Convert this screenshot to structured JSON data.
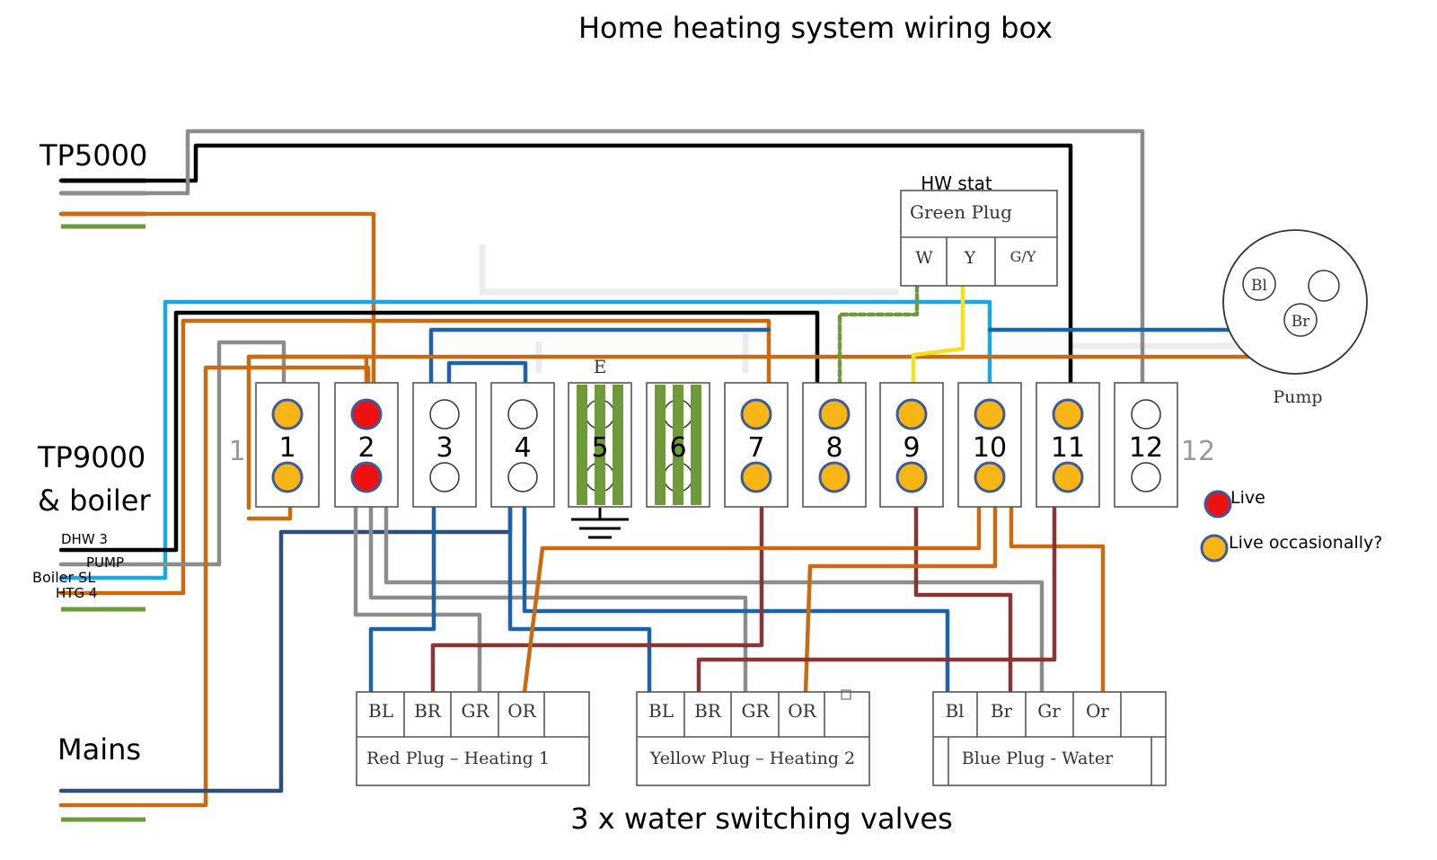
{
  "title": "Home heating system wiring box",
  "subtitle": "3 x water switching valves",
  "colors": {
    "black": "#000000",
    "grey": "#8c8c8c",
    "orange": "#cc6a10",
    "green": "#6e9a3c",
    "lightblue": "#1aa7e8",
    "darkblue": "#1d63a8",
    "navy": "#2c5079",
    "brown": "#8a3535",
    "yellow": "#f5e020",
    "live": "#ee1111",
    "occasional": "#f7b616",
    "dot_ring": "#3e5a9a"
  },
  "sources": {
    "tp5000": "TP5000",
    "tp9000_line1": "TP9000",
    "tp9000_line2": "& boiler",
    "dhw": "DHW 3",
    "pump_wire": "PUMP",
    "boiler_sl": "Boiler SL",
    "htg": "HTG 4",
    "mains": "Mains"
  },
  "terminals": {
    "labels": [
      "1",
      "2",
      "3",
      "4",
      "5",
      "6",
      "7",
      "8",
      "9",
      "10",
      "11",
      "12"
    ],
    "states": [
      "occasional",
      "live",
      "empty",
      "empty",
      "earth",
      "earth",
      "occasional",
      "occasional",
      "occasional",
      "occasional",
      "occasional",
      "empty"
    ],
    "earth_label": "E",
    "side_left": "1",
    "side_right": "12"
  },
  "hw_stat": {
    "title": "HW stat",
    "plug": "Green Plug",
    "pins": [
      "W",
      "Y",
      "G/Y"
    ]
  },
  "pump": {
    "label": "Pump",
    "pins": [
      "Bl",
      "Br"
    ]
  },
  "valves": [
    {
      "name": "Red Plug – Heating 1",
      "pins": [
        "BL",
        "BR",
        "GR",
        "OR"
      ]
    },
    {
      "name": "Yellow Plug – Heating 2",
      "pins": [
        "BL",
        "BR",
        "GR",
        "OR"
      ]
    },
    {
      "name": "Blue Plug - Water",
      "pins": [
        "Bl",
        "Br",
        "Gr",
        "Or"
      ]
    }
  ],
  "legend": {
    "live": "Live",
    "occasional": "Live occasionally?"
  }
}
